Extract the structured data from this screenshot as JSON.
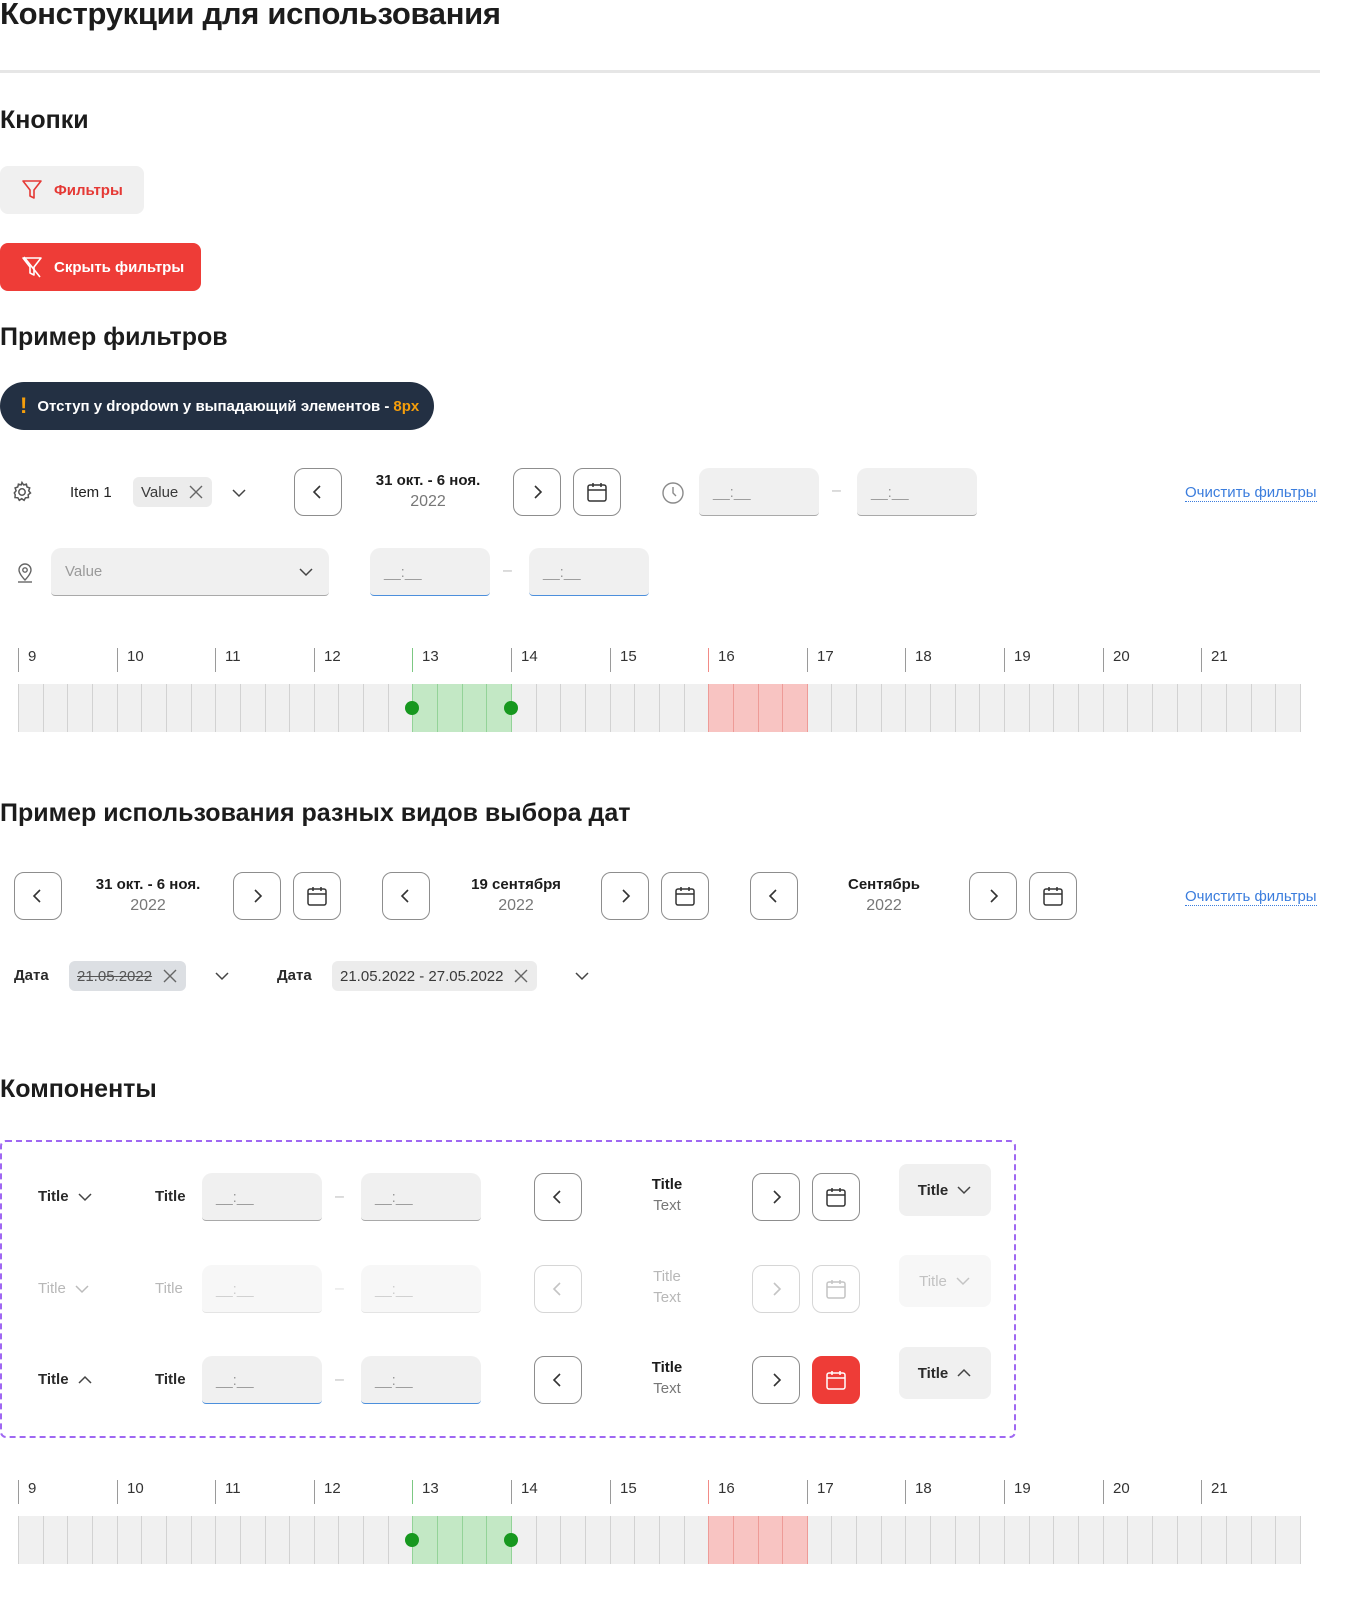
{
  "page": {
    "title": "Конструкции для использования",
    "sections": {
      "buttons": "Кнопки",
      "filters_example": "Пример фильтров",
      "date_example": "Пример использования разных видов выбора дат",
      "components": "Компоненты"
    }
  },
  "buttons": {
    "filters_label": "Фильтры",
    "hide_filters_label": "Скрыть фильтры"
  },
  "notice": {
    "text": "Отступ у dropdown у выпадающий элементов - ",
    "accent": "8px",
    "icon": "exclamation-icon"
  },
  "filters": {
    "item_label": "Item 1",
    "chip_value": "Value",
    "date_range": "31 окт. - 6 ноя.",
    "year": "2022",
    "time_placeholder": "__:__",
    "dash": "–",
    "clear_link": "Очистить фильтры",
    "location_placeholder": "Value"
  },
  "timeline": {
    "hours": [
      "9",
      "10",
      "11",
      "12",
      "13",
      "14",
      "15",
      "16",
      "17",
      "18",
      "19",
      "20",
      "21"
    ],
    "selected_range": [
      "13",
      "14"
    ],
    "blocked_range": [
      "16",
      "17"
    ]
  },
  "date_pickers": [
    {
      "line1": "31 окт. - 6 ноя.",
      "line2": "2022"
    },
    {
      "line1": "19 сентября",
      "line2": "2022"
    },
    {
      "line1": "Сентябрь",
      "line2": "2022"
    }
  ],
  "date_clear_link": "Очистить фильтры",
  "date_chips": {
    "label1": "Дата",
    "value1": "21.05.2022",
    "label2": "Дата",
    "value2": "21.05.2022 - 27.05.2022"
  },
  "components": {
    "title": "Title",
    "text": "Text",
    "placeholder": "__:__",
    "dash": "–"
  },
  "colors": {
    "accent_red": "#ee3c37",
    "notice_bg": "#233043",
    "notice_accent": "#f59e0b",
    "link_blue": "#3b7ddd",
    "selection_green": "#c3e8c5",
    "dot_green": "#17981f",
    "blocked_red": "#f8c4c2",
    "frame_purple": "#9f67f2"
  }
}
